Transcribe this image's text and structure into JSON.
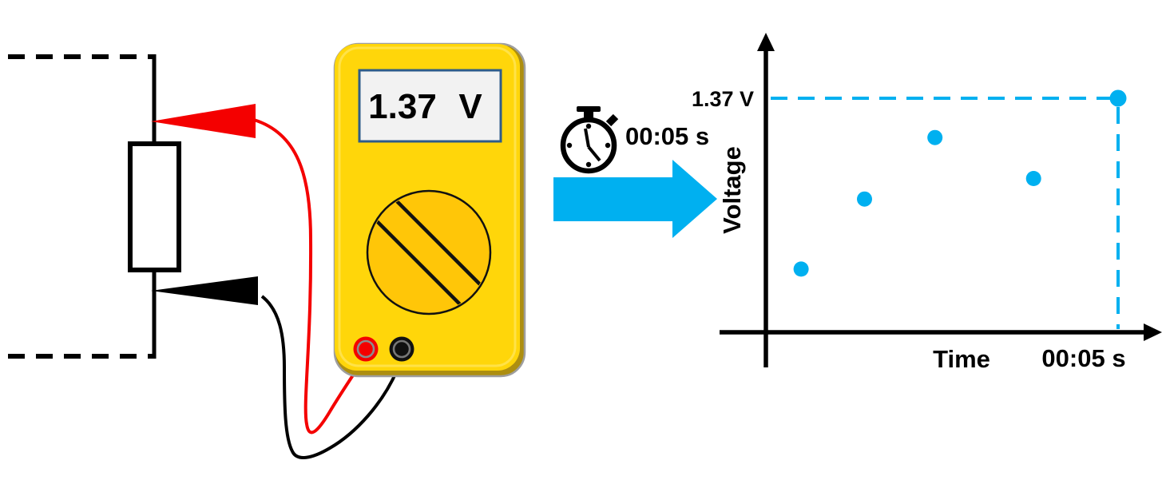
{
  "multimeter": {
    "display_value": "1.37",
    "display_unit": "V"
  },
  "stopwatch": {
    "time_label": "00:05 s"
  },
  "chart": {
    "ylabel": "Voltage",
    "xlabel": "Time",
    "y_ref_label": "1.37 V",
    "x_ref_label": "00:05 s"
  },
  "chart_data": {
    "type": "scatter",
    "title": "",
    "xlabel": "Time",
    "ylabel": "Voltage",
    "x": [
      0.5,
      1.4,
      2.4,
      3.8,
      5.0
    ],
    "y": [
      0.37,
      0.78,
      1.14,
      0.9,
      1.37
    ],
    "x_unit": "s",
    "y_unit": "V",
    "xlim": [
      0,
      5.6
    ],
    "ylim": [
      0,
      1.9
    ],
    "grid": false,
    "legend": null,
    "final_point": {
      "time": "00:05 s",
      "voltage": "1.37 V"
    },
    "marker_color": "#00B0F0",
    "reference_lines": "dashed blue lines from axes to final data point"
  },
  "colors": {
    "accent_blue": "#00B0F0",
    "probe_red": "#F40000",
    "wire_black": "#000000",
    "meter_body": "#FFD60A",
    "meter_body_shadow": "#AD8E10",
    "meter_dial": "#FFC608",
    "display_bg": "#F2F2F2",
    "display_border": "#2E5C8A"
  }
}
